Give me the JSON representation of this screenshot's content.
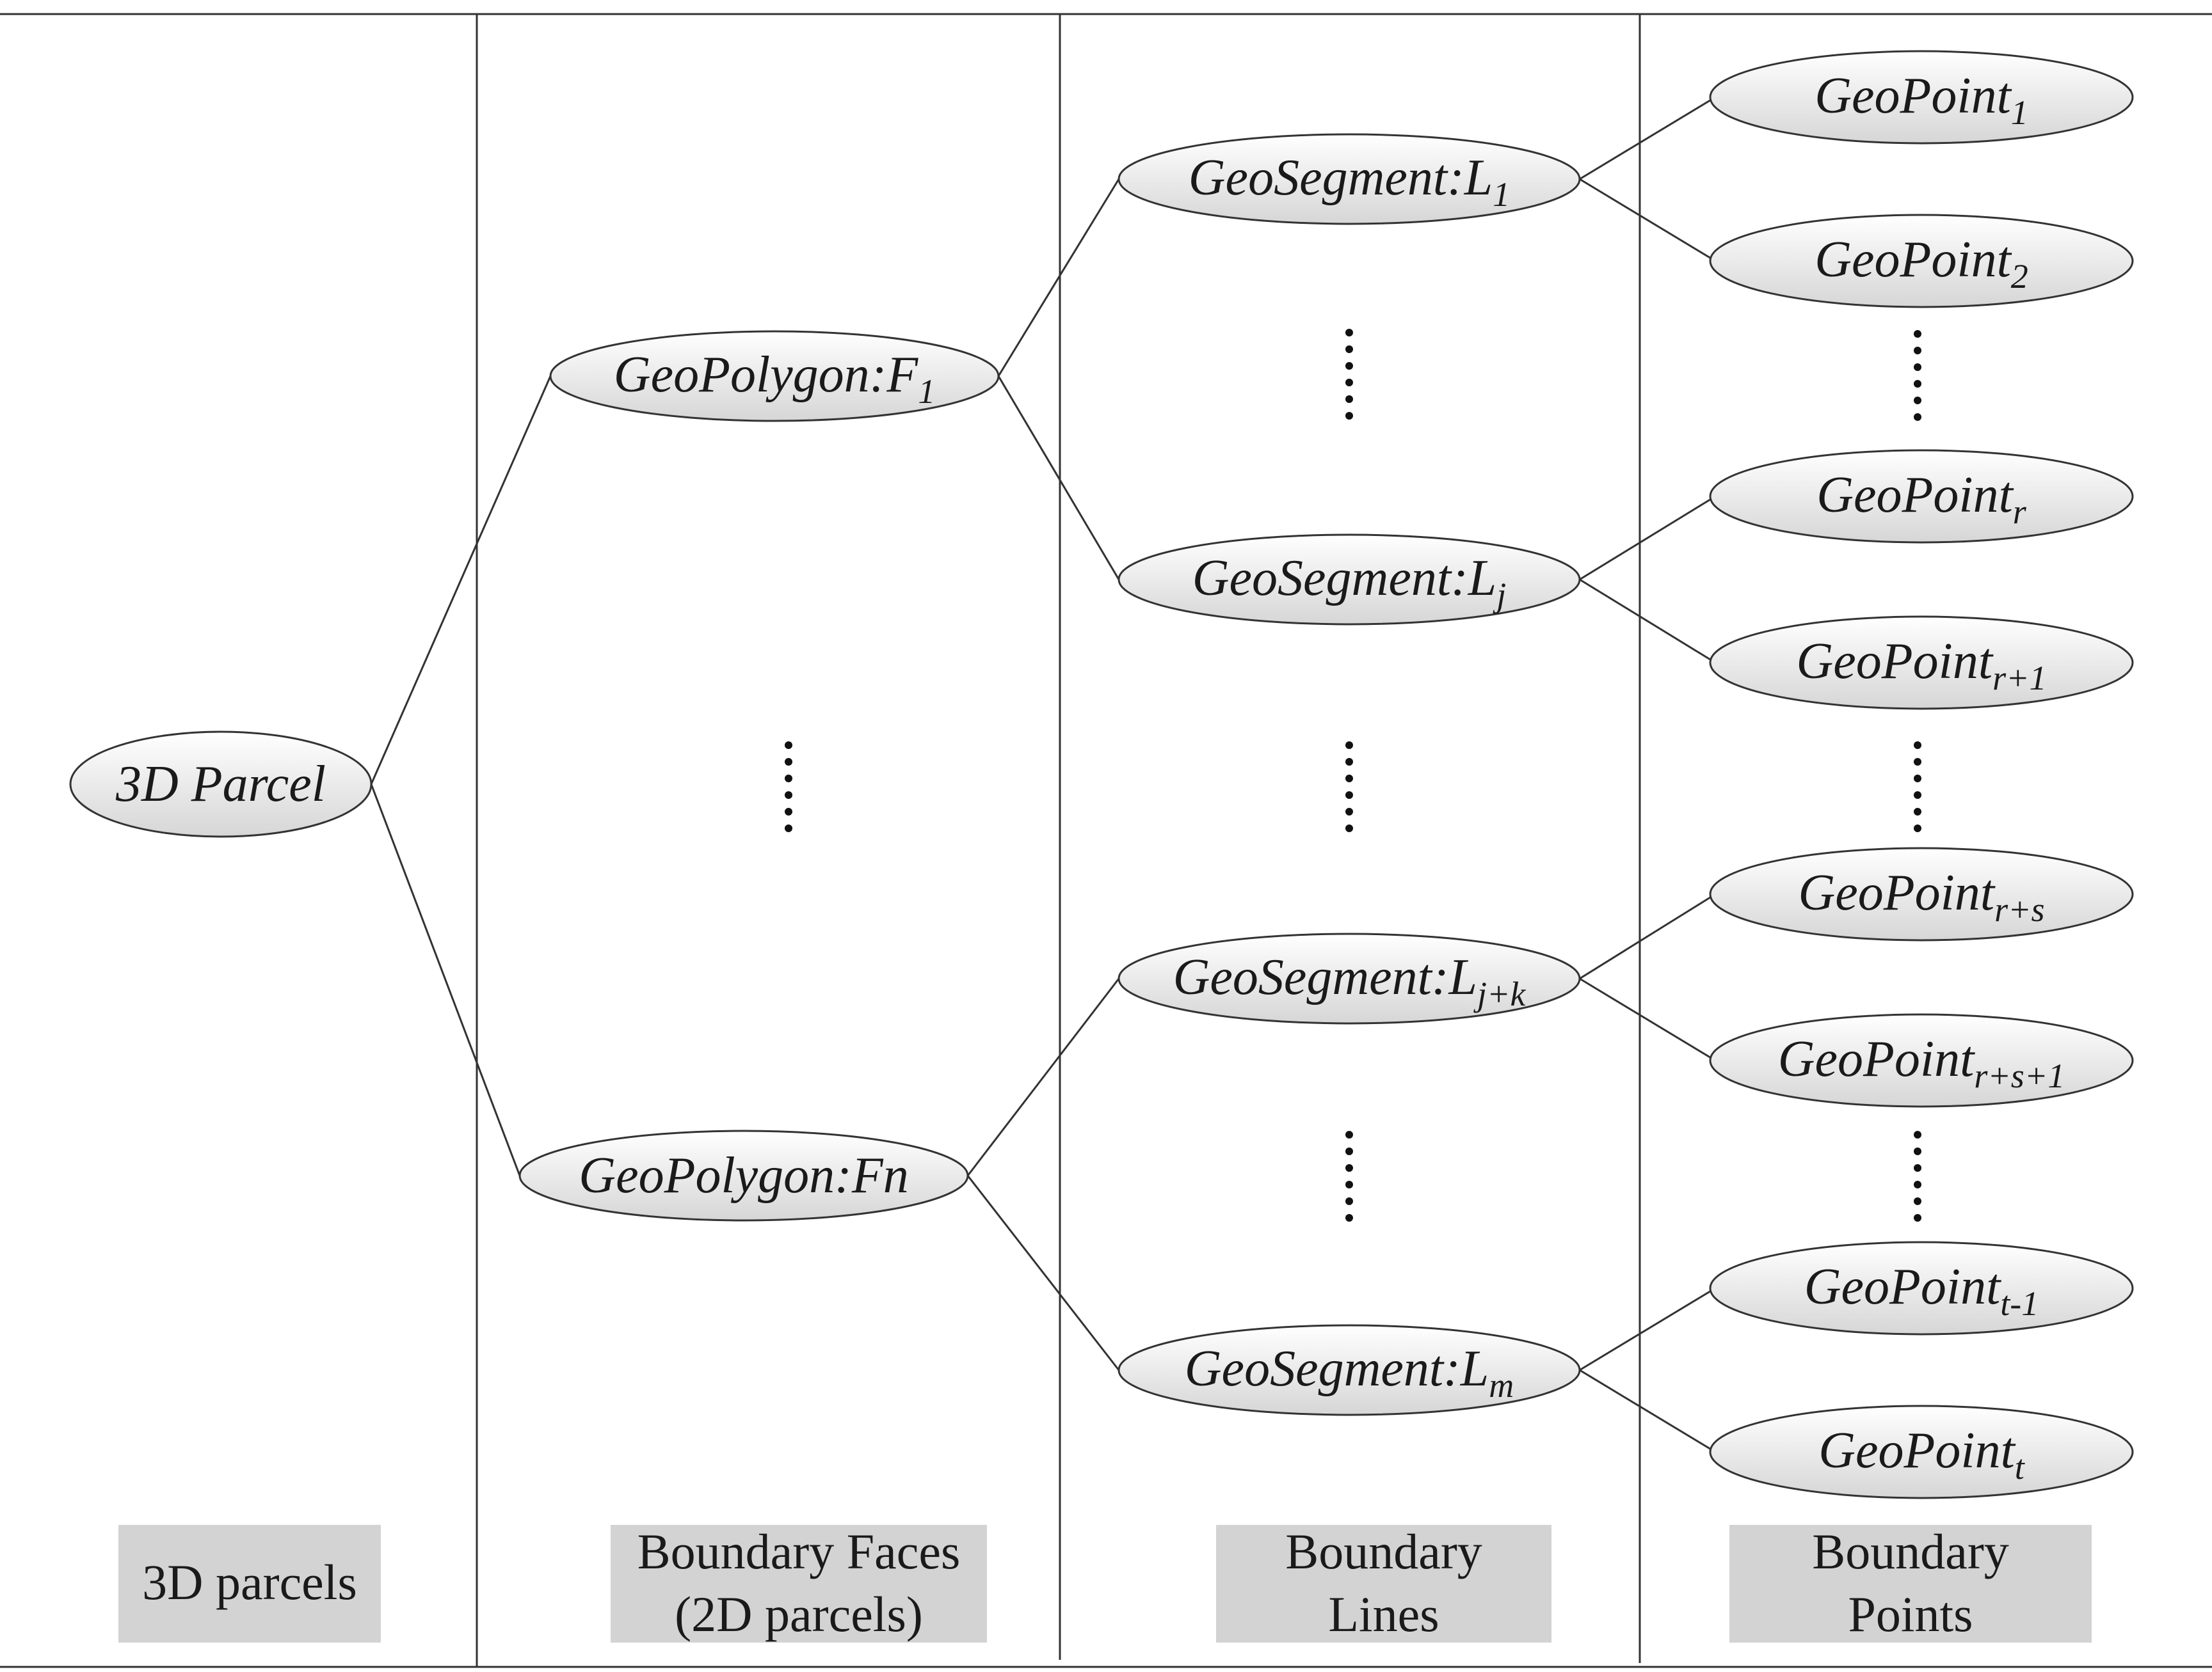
{
  "nodes": {
    "parcel": {
      "main": "3D Parcel",
      "sub": ""
    },
    "polyF1": {
      "main": "GeoPolygon:F",
      "sub": "1"
    },
    "polyFn": {
      "main": "GeoPolygon:Fn",
      "sub": ""
    },
    "segL1": {
      "main": "GeoSegment:L",
      "sub": "1"
    },
    "segLj": {
      "main": "GeoSegment:L",
      "sub": "j"
    },
    "segLjk": {
      "main": "GeoSegment:L",
      "sub": "j+k"
    },
    "segLm": {
      "main": "GeoSegment:L",
      "sub": "m"
    },
    "pt1": {
      "main": "GeoPoint",
      "sub": "1"
    },
    "pt2": {
      "main": "GeoPoint",
      "sub": "2"
    },
    "ptr": {
      "main": "GeoPoint",
      "sub": "r"
    },
    "ptr1": {
      "main": "GeoPoint",
      "sub": "r+1"
    },
    "ptrs": {
      "main": "GeoPoint",
      "sub": "r+s"
    },
    "ptrs1": {
      "main": "GeoPoint",
      "sub": "r+s+1"
    },
    "ptt1": {
      "main": "GeoPoint",
      "sub": "t-1"
    },
    "ptt": {
      "main": "GeoPoint",
      "sub": "t"
    }
  },
  "columns": {
    "parcels": {
      "line1": "3D parcels",
      "line2": ""
    },
    "faces": {
      "line1": "Boundary Faces",
      "line2": "(2D parcels)"
    },
    "lines": {
      "line1": "Boundary",
      "line2": "Lines"
    },
    "points": {
      "line1": "Boundary",
      "line2": "Points"
    }
  },
  "colors": {
    "ellipse_fill_light": "#ffffff",
    "ellipse_fill_dark": "#d9d9d9",
    "label_box": "#d3d3d3",
    "line": "#333333"
  }
}
